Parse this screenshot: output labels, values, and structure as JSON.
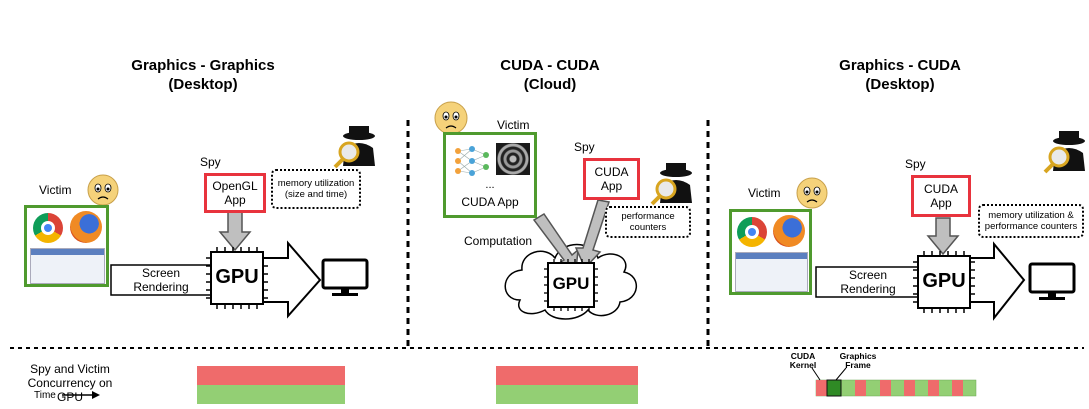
{
  "panels": [
    {
      "title_line1": "Graphics - Graphics",
      "title_line2": "(Desktop)",
      "victim_label": "Victim",
      "spy_label": "Spy",
      "spy_app": "OpenGL App",
      "spy_info": "memory utilization (size and time)",
      "arrow_label": "Screen Rendering",
      "gpu_label": "GPU"
    },
    {
      "title_line1": "CUDA - CUDA",
      "title_line2": "(Cloud)",
      "victim_label": "Victim",
      "victim_ellipsis": "...",
      "victim_app": "CUDA App",
      "spy_label": "Spy",
      "spy_app": "CUDA App",
      "spy_info": "performance counters",
      "computation_label": "Computation",
      "gpu_label": "GPU"
    },
    {
      "title_line1": "Graphics - CUDA",
      "title_line2": "(Desktop)",
      "victim_label": "Victim",
      "spy_label": "Spy",
      "spy_app": "CUDA App",
      "spy_info": "memory utilization & performance counters",
      "arrow_label": "Screen Rendering",
      "gpu_label": "GPU"
    }
  ],
  "bottom": {
    "concurrency_label": "Spy and Victim Concurrency on GPU",
    "time_label": "Time",
    "cuda_kernel_label": "CUDA Kernel",
    "graphics_frame_label": "Graphics Frame"
  },
  "colors": {
    "spy_red": "#ef6b6b",
    "victim_green": "#93cf74",
    "app_border_red": "#e8333d",
    "victim_frame_green": "#4f9a2e"
  }
}
